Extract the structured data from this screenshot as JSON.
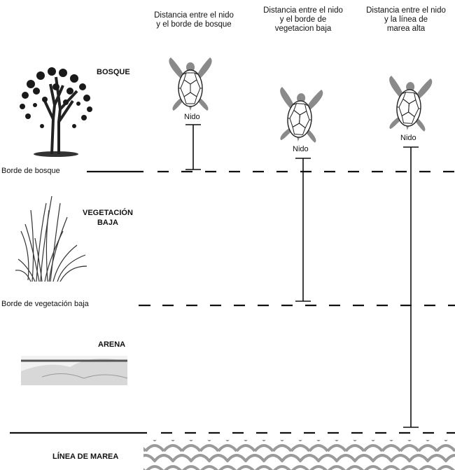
{
  "headers": [
    [
      "Distancia entre el nido",
      "y el borde de bosque"
    ],
    [
      "Distancia entre el nido",
      "y el borde de",
      "vegetacion baja"
    ],
    [
      "Distancia entre el nido",
      "y la línea de",
      "marea alta"
    ]
  ],
  "zones": {
    "forest": "BOSQUE",
    "vegetation": [
      "VEGETACIÓN",
      "BAJA"
    ],
    "sand": "ARENA",
    "tide": "LÍNEA DE MAREA"
  },
  "edges": {
    "forest_edge": "Borde de bosque",
    "vegetation_edge": "Borde de vegetación baja"
  },
  "nest_label": "Nido",
  "colors": {
    "turtle_flipper": "#8a8a8a",
    "turtle_shell": "#ffffff",
    "line": "#111111",
    "wave": "#9a9a9a"
  }
}
